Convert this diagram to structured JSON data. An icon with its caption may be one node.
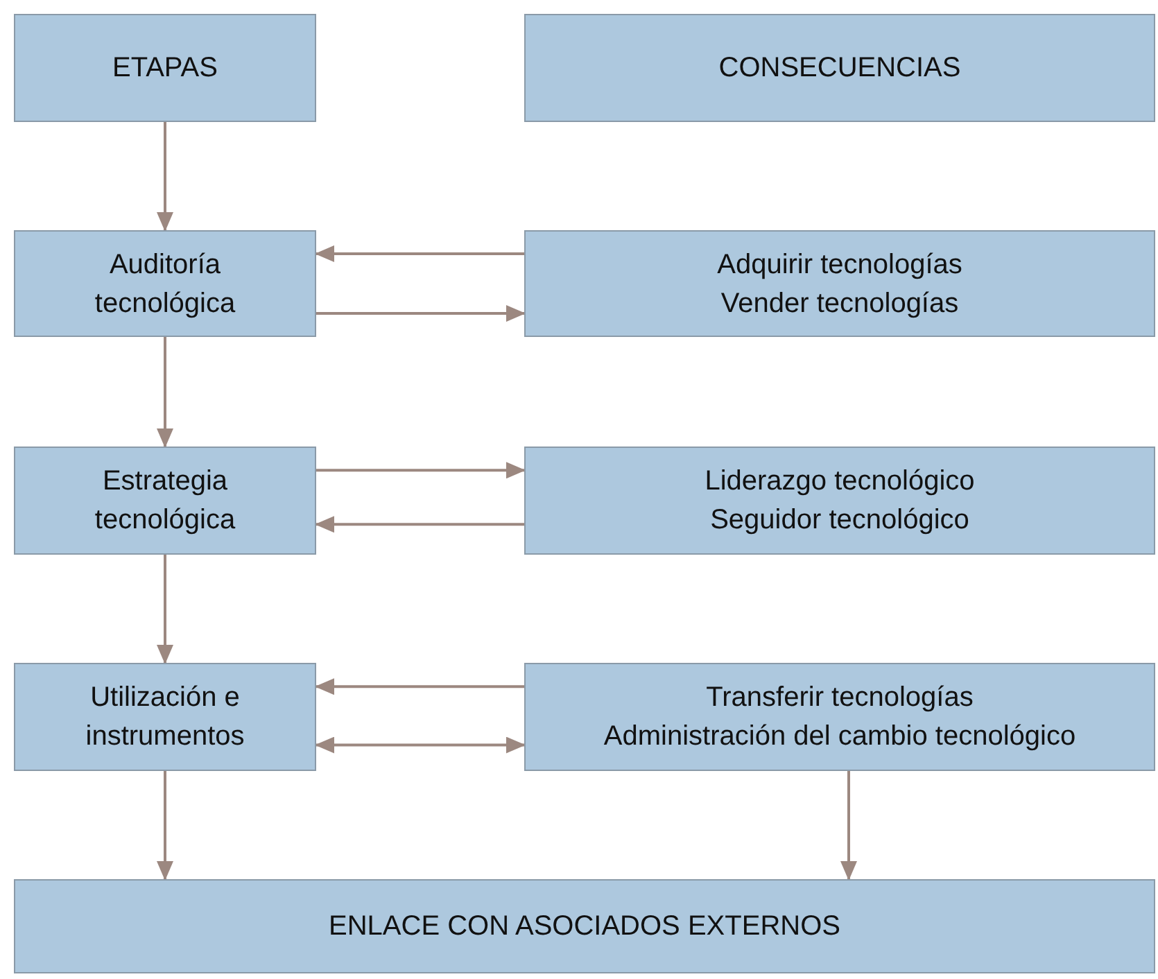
{
  "diagram": {
    "nodes": [
      {
        "text": [
          "ETAPAS"
        ]
      },
      {
        "text": [
          "CONSECUENCIAS"
        ]
      },
      {
        "text": [
          "Auditoría tecnológica"
        ]
      },
      {
        "text": [
          "Adquirir tecnologías",
          "Vender tecnologías"
        ]
      },
      {
        "text": [
          "Estrategia tecnológica"
        ]
      },
      {
        "text": [
          "Liderazgo tecnológico",
          "Seguidor tecnológico"
        ]
      },
      {
        "text": [
          "Utilización e instrumentos"
        ]
      },
      {
        "text": [
          "Transferir tecnologías",
          "Administración del cambio tecnológico"
        ]
      },
      {
        "text": [
          "ENLACE CON ASOCIADOS EXTERNOS"
        ]
      }
    ],
    "edges": [
      {
        "from": 0,
        "to": 2,
        "arrow": "to"
      },
      {
        "from": 3,
        "to": 2,
        "arrow": "to"
      },
      {
        "from": 2,
        "to": 3,
        "arrow": "to"
      },
      {
        "from": 2,
        "to": 4,
        "arrow": "to"
      },
      {
        "from": 4,
        "to": 5,
        "arrow": "to"
      },
      {
        "from": 5,
        "to": 4,
        "arrow": "to"
      },
      {
        "from": 4,
        "to": 6,
        "arrow": "to"
      },
      {
        "from": 7,
        "to": 6,
        "arrow": "to"
      },
      {
        "from": 6,
        "to": 7,
        "arrow": "both"
      },
      {
        "from": 6,
        "to": 8,
        "arrow": "to"
      },
      {
        "from": 7,
        "to": 8,
        "arrow": "to"
      }
    ]
  }
}
